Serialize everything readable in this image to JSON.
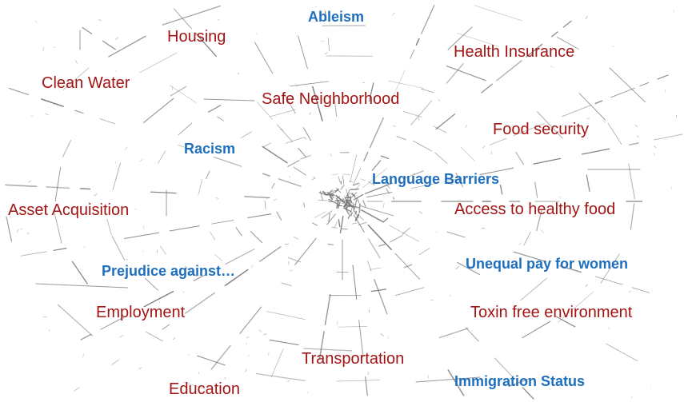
{
  "diagram": {
    "needs": [
      "Housing",
      "Health Insurance",
      "Clean Water",
      "Safe Neighborhood",
      "Food security",
      "Asset Acquisition",
      "Access to healthy food",
      "Employment",
      "Toxin free environment",
      "Transportation",
      "Education"
    ],
    "barriers": [
      "Ableism",
      "Racism",
      "Language Barriers",
      "Prejudice against…",
      "Unequal pay for women",
      "Immigration Status"
    ],
    "colors": {
      "need_text": "#a31515",
      "barrier_text": "#1f6fbf",
      "web_lines": "#6e6e6e",
      "background": "#ffffff"
    }
  }
}
